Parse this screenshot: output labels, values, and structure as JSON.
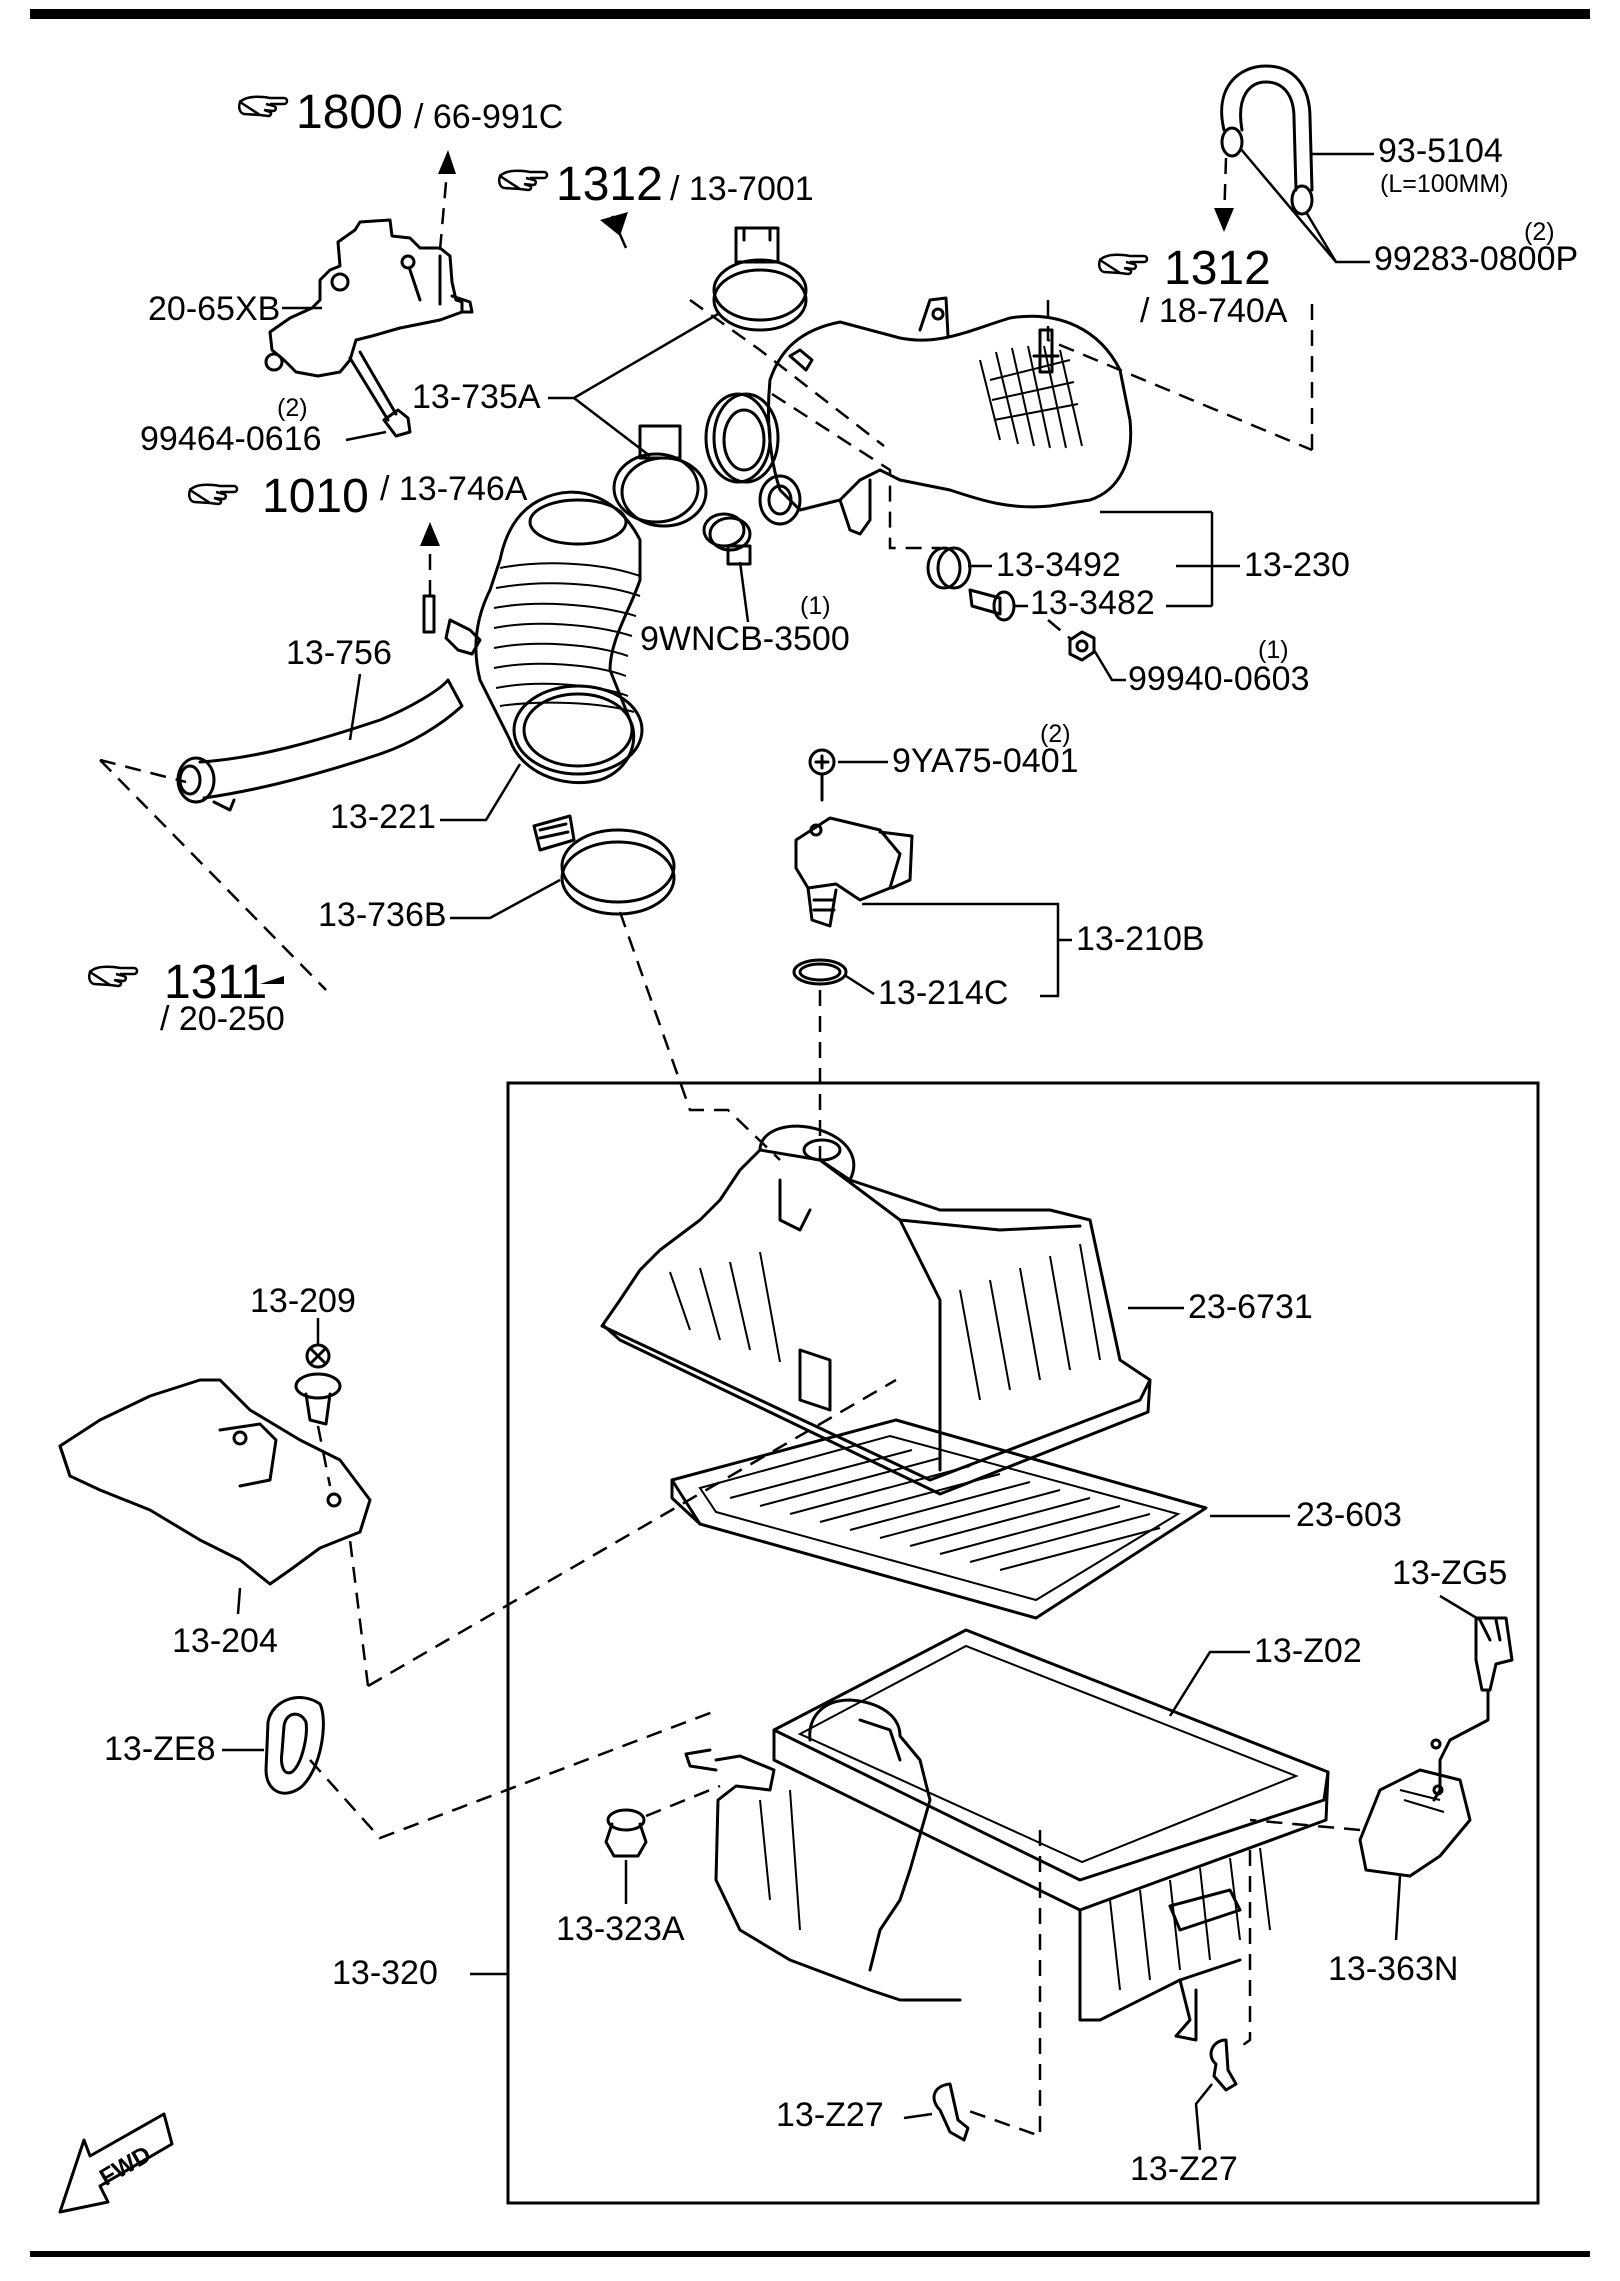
{
  "refs": {
    "r1800": {
      "num": "1800",
      "sub": "/ 66-991C"
    },
    "r1312a": {
      "num": "1312",
      "sub": "/ 13-7001"
    },
    "r1312b": {
      "num": "1312",
      "sub": "/ 18-740A"
    },
    "r1010": {
      "num": "1010",
      "sub": "/ 13-746A"
    },
    "r1311": {
      "num": "1311",
      "sub": "/ 20-250"
    }
  },
  "parts": {
    "p93_5104": "93-5104",
    "p93_5104_note": "(L=100MM)",
    "p99283": "99283-0800P",
    "p99283_qty": "(2)",
    "p20_65XB": "20-65XB",
    "p99464": "99464-0616",
    "p99464_qty": "(2)",
    "p13_735A": "13-735A",
    "p13_3492": "13-3492",
    "p13_230": "13-230",
    "p13_3482": "13-3482",
    "p9WNCB": "9WNCB-3500",
    "p9WNCB_qty": "(1)",
    "p99940": "99940-0603",
    "p99940_qty": "(1)",
    "p13_756": "13-756",
    "p9YA75": "9YA75-0401",
    "p9YA75_qty": "(2)",
    "p13_221": "13-221",
    "p13_736B": "13-736B",
    "p13_210B": "13-210B",
    "p13_214C": "13-214C",
    "p13_209": "13-209",
    "p23_6731": "23-6731",
    "p23_603": "23-603",
    "p13_204": "13-204",
    "p13_ZG5": "13-ZG5",
    "p13_Z02": "13-Z02",
    "p13_ZE8": "13-ZE8",
    "p13_323A": "13-323A",
    "p13_363N": "13-363N",
    "p13_320": "13-320",
    "p13_Z27a": "13-Z27",
    "p13_Z27b": "13-Z27"
  },
  "fwd_label": "FWD"
}
